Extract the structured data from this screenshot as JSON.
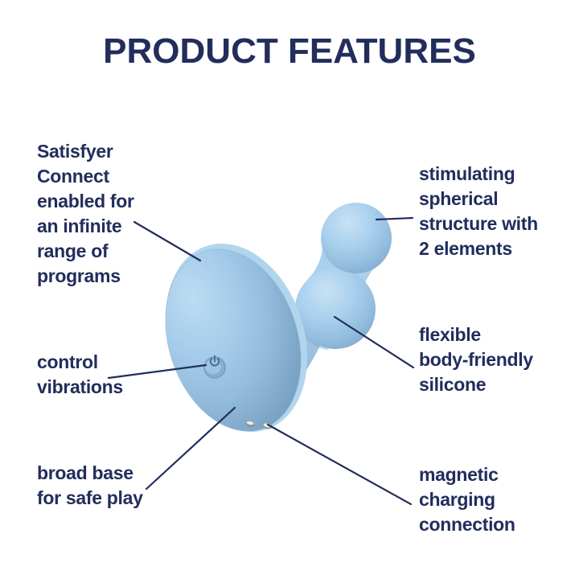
{
  "title": "PRODUCT FEATURES",
  "features": [
    {
      "id": "satisfyer-connect",
      "text": "Satisfyer\nConnect\nenabled for\nan infinite\nrange of\nprograms"
    },
    {
      "id": "stimulating-structure",
      "text": "stimulating\nspherical\nstructure with\n2 elements"
    },
    {
      "id": "control-vibrations",
      "text": "control\nvibrations"
    },
    {
      "id": "flexible-silicone",
      "text": "flexible\nbody-friendly\nsilicone"
    },
    {
      "id": "broad-base",
      "text": "broad base\nfor safe play"
    },
    {
      "id": "magnetic-charging",
      "text": "magnetic\ncharging\nconnection"
    }
  ],
  "icons": {
    "power_button": "power-icon",
    "charging_contacts": "charging-contacts"
  },
  "colors": {
    "text_navy": "#222d5c",
    "leader_line": "#222d5c",
    "product_blue": "#a7cfec",
    "product_highlight": "#c8e2f5",
    "product_shadow": "#6d95b7",
    "background": "#ffffff"
  }
}
